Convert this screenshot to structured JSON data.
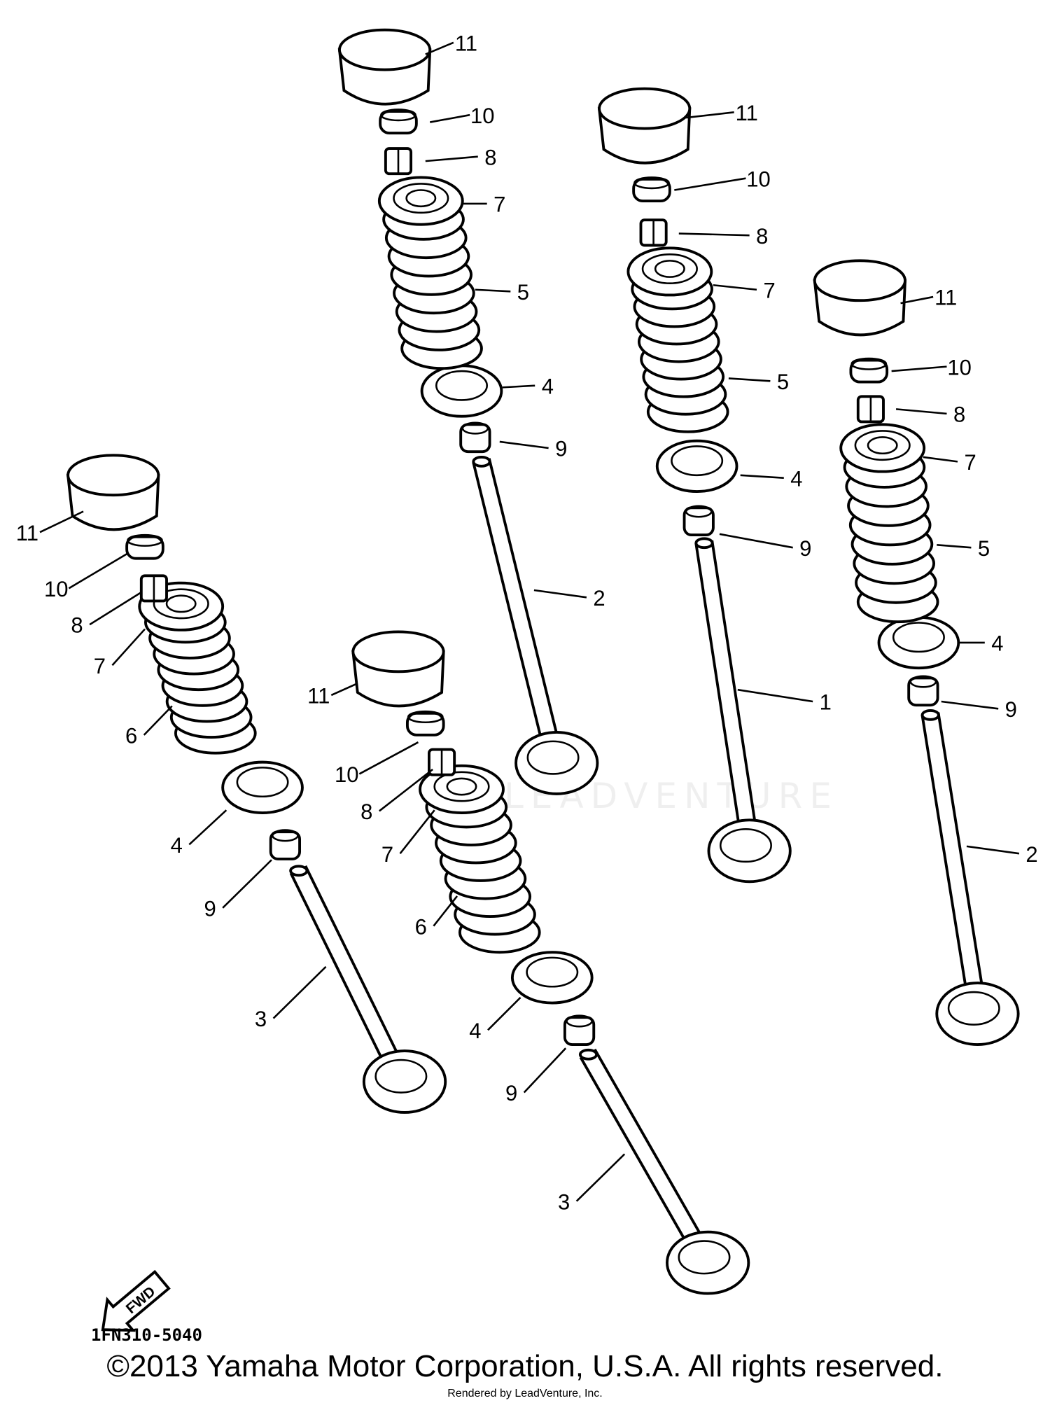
{
  "diagram": {
    "assemblies": [
      {
        "callouts": [
          "11",
          "10",
          "8",
          "7",
          "5",
          "4",
          "9",
          "2"
        ]
      },
      {
        "callouts": [
          "11",
          "10",
          "8",
          "7",
          "5",
          "4",
          "9",
          "1"
        ]
      },
      {
        "callouts": [
          "11",
          "10",
          "8",
          "7",
          "5",
          "4",
          "9",
          "2"
        ]
      },
      {
        "callouts": [
          "11",
          "10",
          "8",
          "7",
          "6",
          "4",
          "9",
          "3"
        ]
      },
      {
        "callouts": [
          "11",
          "10",
          "8",
          "7",
          "6",
          "4",
          "9",
          "3"
        ]
      }
    ],
    "fwd_arrow_label": "FWD",
    "watermark": "LEADVENTURE",
    "diagram_code": "1FN310-5040"
  },
  "footer": {
    "copyright": "©2013 Yamaha Motor Corporation, U.S.A. All rights reserved.",
    "rendered_by": "Rendered by LeadVenture, Inc."
  }
}
